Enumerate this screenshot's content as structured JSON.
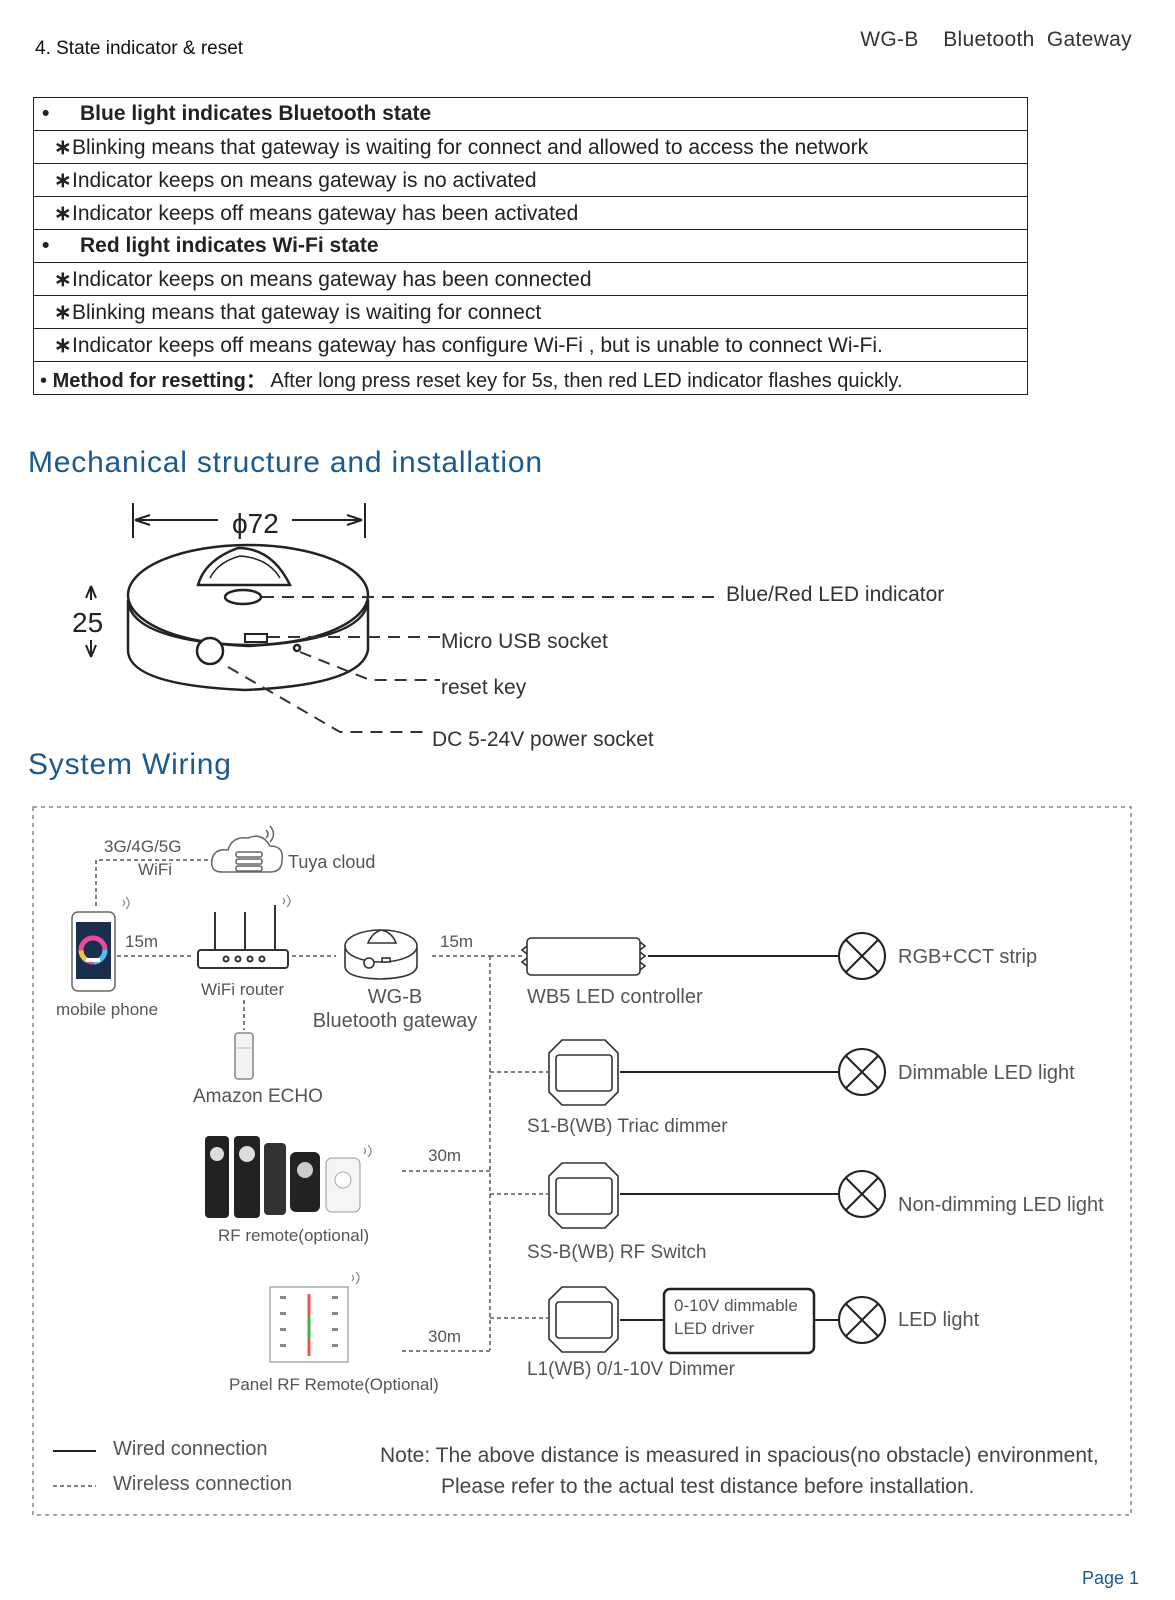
{
  "header": {
    "product": "WG-B",
    "subtitle": "Bluetooth  Gateway"
  },
  "section4": {
    "title": "4. State indicator & reset",
    "rows": [
      {
        "kind": "head",
        "text": "Blue light indicates Bluetooth state"
      },
      {
        "kind": "item",
        "text": "Blinking means that gateway is waiting for connect and allowed to access the network"
      },
      {
        "kind": "item",
        "text": "Indicator keeps on means gateway is no activated"
      },
      {
        "kind": "item",
        "text": "Indicator keeps off means gateway has been activated"
      },
      {
        "kind": "head",
        "text": "Red light indicates Wi-Fi state"
      },
      {
        "kind": "item",
        "text": "Indicator keeps on means gateway has been connected"
      },
      {
        "kind": "item",
        "text": "Blinking means that gateway is waiting for connect"
      },
      {
        "kind": "item",
        "text": "Indicator keeps off means gateway has configure Wi-Fi , but is unable to connect Wi-Fi."
      }
    ],
    "reset": {
      "label": "Method for resetting：",
      "text": "After long press reset key for 5s, then red LED indicator flashes quickly."
    }
  },
  "mechanical": {
    "title": "Mechanical structure and installation",
    "diameter": "ϕ72",
    "height": "25",
    "callouts": {
      "led": "Blue/Red LED indicator",
      "usb": "Micro USB socket",
      "reset": "reset key",
      "power": "DC 5-24V power socket"
    }
  },
  "wiring": {
    "title": "System Wiring",
    "network": "3G/4G/5G",
    "wifi": "WiFi",
    "cloud": "Tuya cloud",
    "phone": "mobile phone",
    "router": "WiFi router",
    "dist_phone": "15m",
    "dist_gateway": "15m",
    "dist_rf": "30m",
    "dist_panel": "30m",
    "gateway_name": "WG-B",
    "gateway_desc": "Bluetooth gateway",
    "echo": "Amazon ECHO",
    "rf_remote": "RF remote(optional)",
    "panel_remote": "Panel RF Remote(Optional)",
    "controllers": [
      "WB5  LED controller",
      "S1-B(WB) Triac dimmer",
      "SS-B(WB)  RF Switch",
      "L1(WB)  0/1-10V Dimmer"
    ],
    "loads": [
      "RGB+CCT strip",
      "Dimmable LED  light",
      "Non-dimming LED light",
      "LED light"
    ],
    "driver": [
      "0-10V dimmable",
      "LED  driver"
    ],
    "legend": {
      "wired": "Wired connection",
      "wireless": "Wireless connection"
    },
    "note": {
      "line1": "Note: The above distance is measured in spacious(no obstacle) environment,",
      "line2": "Please refer to the actual test distance before installation."
    }
  },
  "page": "Page 1"
}
